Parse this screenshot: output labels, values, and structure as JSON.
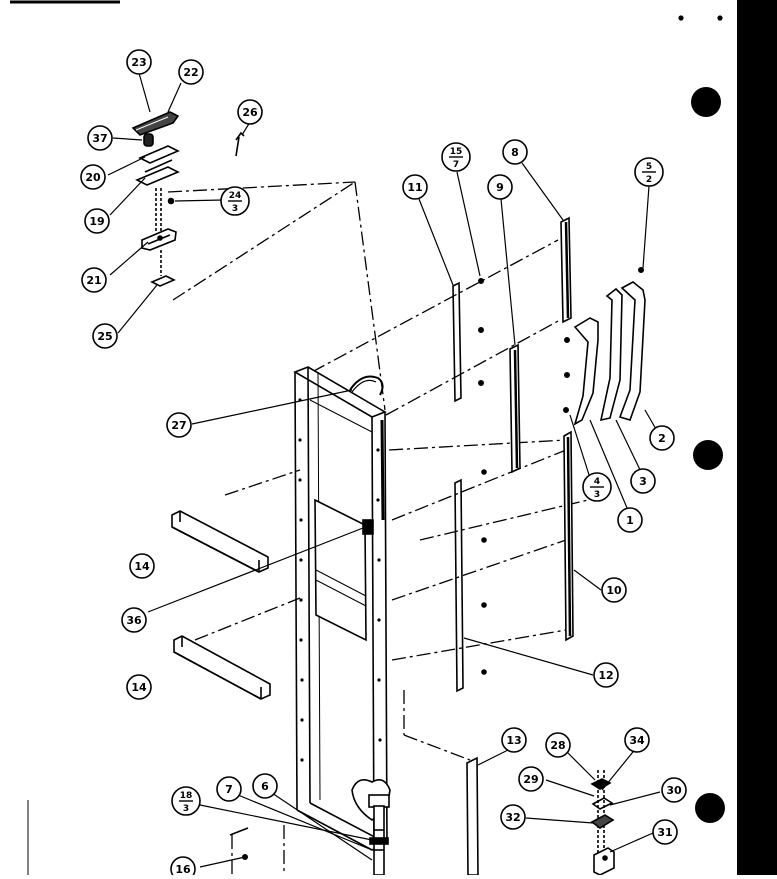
{
  "diagram": {
    "callouts": [
      {
        "id": "c23",
        "label": "23"
      },
      {
        "id": "c22",
        "label": "22"
      },
      {
        "id": "c26",
        "label": "26"
      },
      {
        "id": "c37",
        "label": "37"
      },
      {
        "id": "c20",
        "label": "20"
      },
      {
        "id": "c19",
        "label": "19"
      },
      {
        "id": "c21",
        "label": "21"
      },
      {
        "id": "c25",
        "label": "25"
      },
      {
        "id": "c11",
        "label": "11"
      },
      {
        "id": "c9",
        "label": "9"
      },
      {
        "id": "c8",
        "label": "8"
      },
      {
        "id": "c27",
        "label": "27"
      },
      {
        "id": "c2",
        "label": "2"
      },
      {
        "id": "c3",
        "label": "3"
      },
      {
        "id": "c1",
        "label": "1"
      },
      {
        "id": "c10",
        "label": "10"
      },
      {
        "id": "c14a",
        "label": "14"
      },
      {
        "id": "c36",
        "label": "36"
      },
      {
        "id": "c14b",
        "label": "14"
      },
      {
        "id": "c12",
        "label": "12"
      },
      {
        "id": "c13",
        "label": "13"
      },
      {
        "id": "c28",
        "label": "28"
      },
      {
        "id": "c34",
        "label": "34"
      },
      {
        "id": "c29",
        "label": "29"
      },
      {
        "id": "c30",
        "label": "30"
      },
      {
        "id": "c32",
        "label": "32"
      },
      {
        "id": "c31",
        "label": "31"
      },
      {
        "id": "c7",
        "label": "7"
      },
      {
        "id": "c6",
        "label": "6"
      },
      {
        "id": "c16",
        "label": "16"
      }
    ],
    "fraction_callouts": [
      {
        "id": "f15_7",
        "top": "15",
        "bottom": "7"
      },
      {
        "id": "f5_2",
        "top": "5",
        "bottom": "2"
      },
      {
        "id": "f24_3",
        "top": "24",
        "bottom": "3"
      },
      {
        "id": "f4_3",
        "top": "4",
        "bottom": "3"
      },
      {
        "id": "f18_3",
        "top": "18",
        "bottom": "3"
      }
    ]
  }
}
